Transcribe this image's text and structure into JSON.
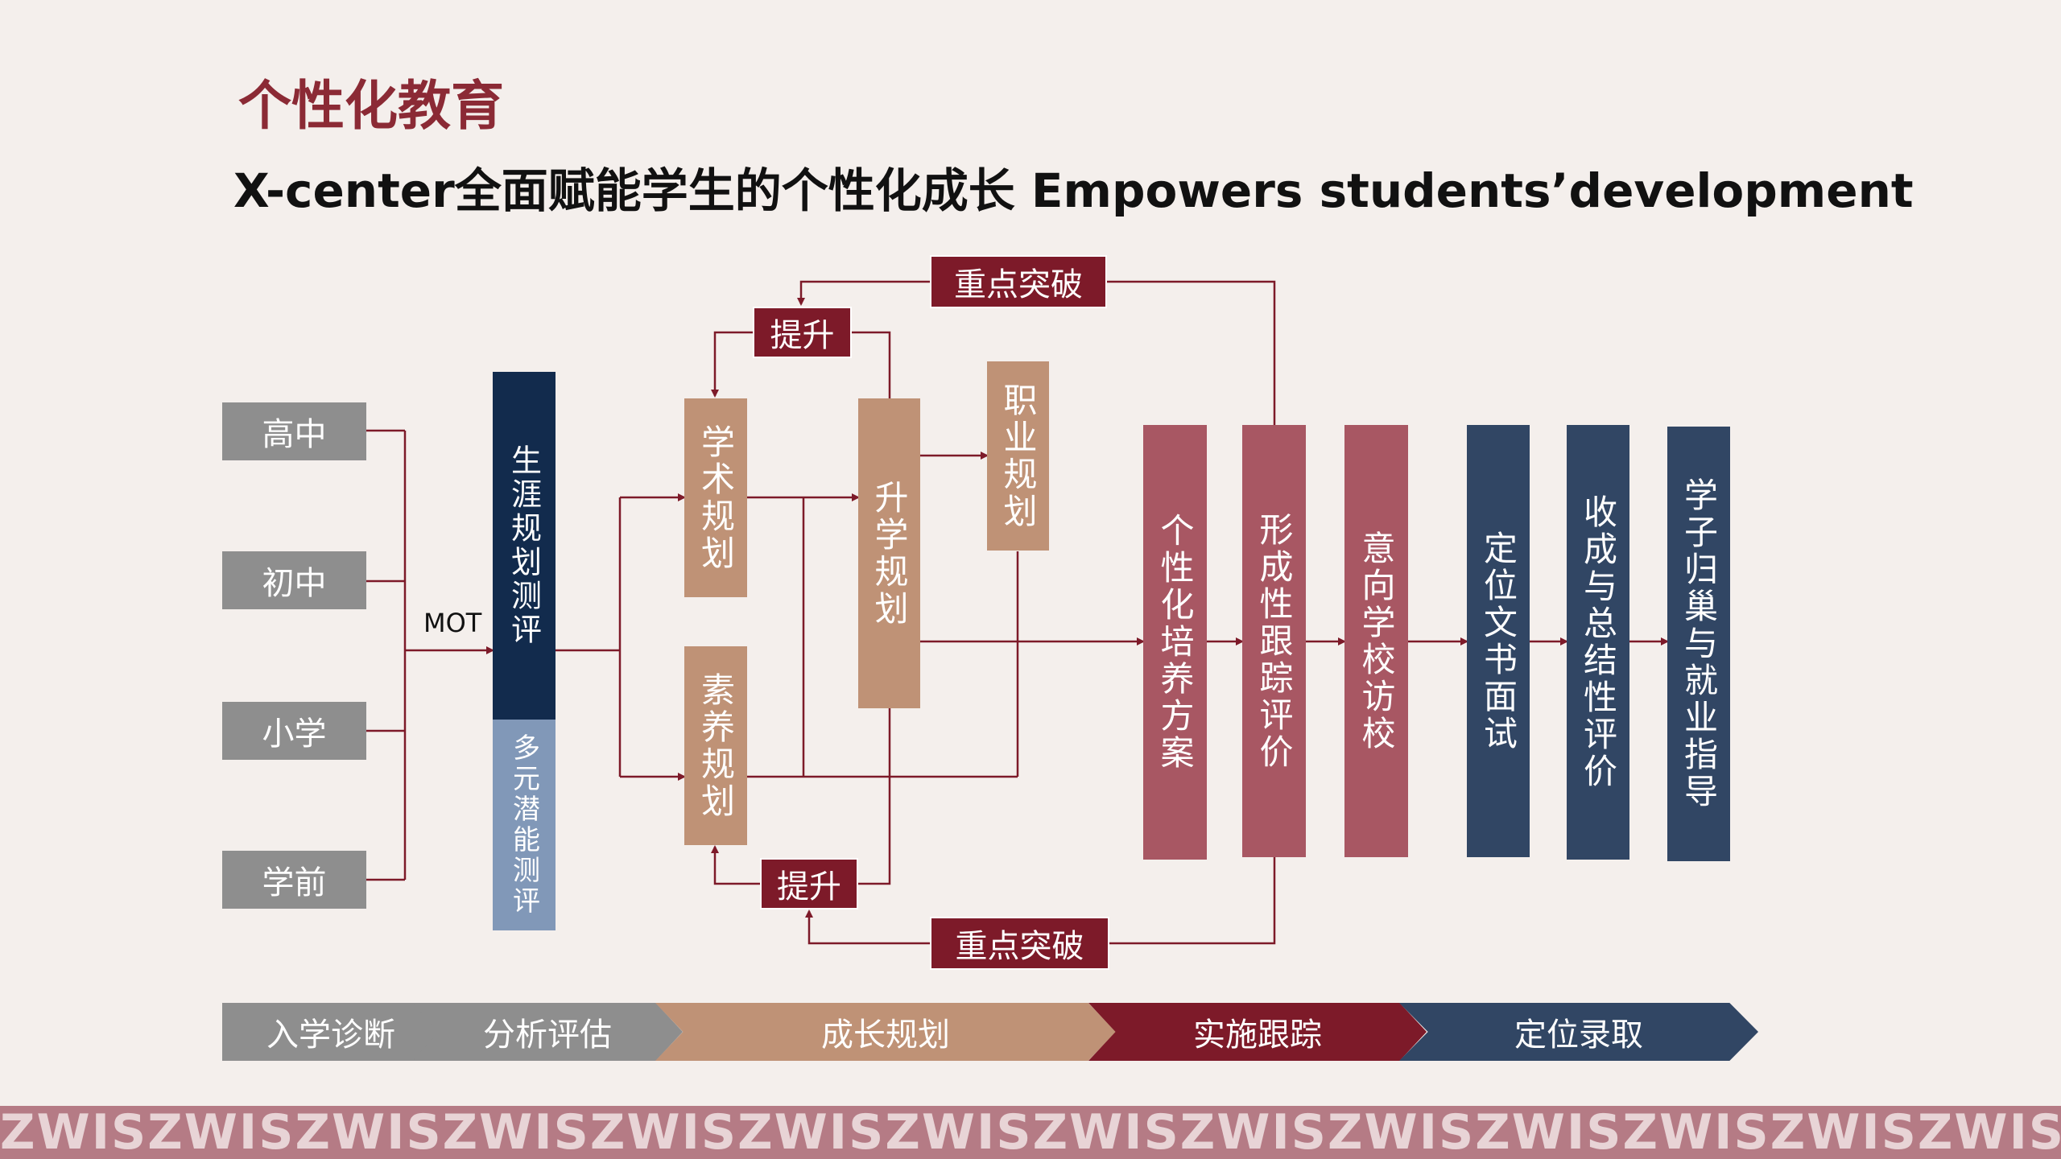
{
  "header": {
    "title": "个性化教育",
    "subtitle": "X-center全面赋能学生的个性化成长 Empowers students’development"
  },
  "stages": [
    "高中",
    "初中",
    "小学",
    "学前"
  ],
  "mot": "MOT",
  "assessment": {
    "career": "生涯规划测评",
    "potential": "多元潜能测评"
  },
  "planning": {
    "academic": "学术规划",
    "literacy": "素养规划",
    "admission": "升学规划",
    "vocation": "职业规划",
    "boost_top": "提升",
    "boost_bottom": "提升",
    "breakthrough_top": "重点突破",
    "breakthrough_bottom": "重点突破"
  },
  "pipeline": {
    "plan": "个性化培养方案",
    "tracking": "形成性跟踪评价",
    "visit": "意向学校访校",
    "interview": "定位文书面试",
    "summary": "收成与总结性评价",
    "guidance": "学子归巢与就业指导"
  },
  "process": [
    "入学诊断",
    "分析评估",
    "成长规划",
    "实施跟踪",
    "定位录取"
  ],
  "watermark": "ZWISZWISZWISZWISZWISZWISZWISZWISZWISZWISZWISZWISZWISZWISZWISZWISZWIS",
  "colors": {
    "maroon": "#7d1a29",
    "rose": "#a85763",
    "tan": "#bf9276",
    "navy": "#314664",
    "darknavy": "#122b4d",
    "steel": "#8198b8",
    "gray": "#8e8e8e"
  }
}
